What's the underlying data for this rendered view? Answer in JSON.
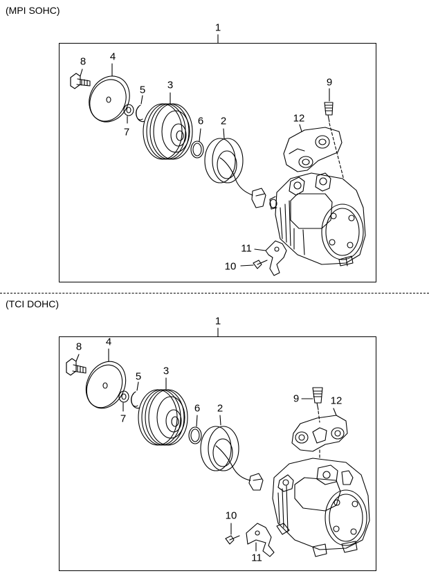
{
  "sections": [
    {
      "title": "(MPI SOHC)",
      "assembly": "1",
      "callouts": {
        "bolt": "8",
        "plate": "4",
        "snapring": "5",
        "shim": "7",
        "pulley": "3",
        "ring": "6",
        "coil": "2",
        "fitting": "9",
        "manifold": "12",
        "bracket": "11",
        "screw": "10"
      }
    },
    {
      "title": "(TCI DOHC)",
      "assembly": "1",
      "callouts": {
        "bolt": "8",
        "plate": "4",
        "snapring": "5",
        "shim": "7",
        "pulley": "3",
        "ring": "6",
        "coil": "2",
        "fitting": "9",
        "manifold": "12",
        "bracket": "11",
        "screw": "10"
      }
    }
  ]
}
